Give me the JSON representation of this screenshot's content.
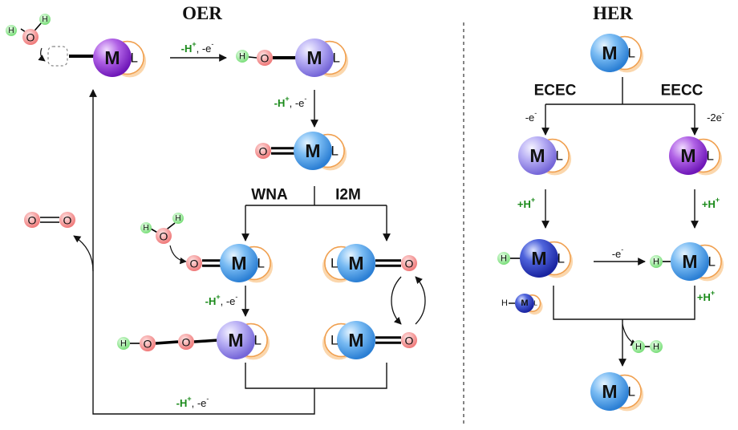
{
  "titles": {
    "oer": "OER",
    "her": "HER"
  },
  "pathways": {
    "wna": "WNA",
    "i2m": "I2M",
    "ecec": "ECEC",
    "eecc": "EECC"
  },
  "labels": {
    "metal": "M",
    "ligand": "L",
    "oxygen": "O",
    "hydrogen": "H",
    "minus": "-",
    "plus": "+",
    "comma_e": ", -e",
    "e_only": "-e",
    "two_e": "-2e",
    "sup_plus": "+",
    "sup_minus": "-",
    "hh": "H-H"
  },
  "colors": {
    "metal_blue": "#4f9fe8",
    "metal_purple": "#9b3bd6",
    "metal_lavender": "#a79af0",
    "metal_navy": "#2f42c8",
    "ligand_orange": "#f0a050",
    "oxygen_red": "#ef7272",
    "hydrogen_green": "#7fe07f",
    "proton_text": "#1a8a1a"
  }
}
